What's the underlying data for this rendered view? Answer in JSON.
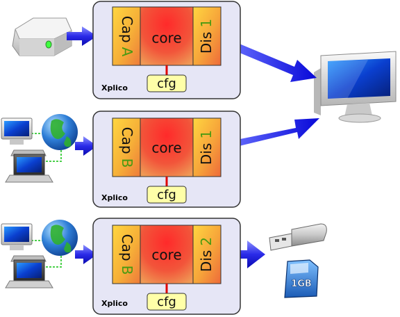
{
  "blocks": [
    {
      "name": "Xplico",
      "capture": {
        "word": "Cap",
        "letter": "A"
      },
      "core": "core",
      "display": {
        "word": "Dis",
        "num": "1"
      },
      "config": "cfg"
    },
    {
      "name": "Xplico",
      "capture": {
        "word": "Cap",
        "letter": "B"
      },
      "core": "core",
      "display": {
        "word": "Dis",
        "num": "1"
      },
      "config": "cfg"
    },
    {
      "name": "Xplico",
      "capture": {
        "word": "Cap",
        "letter": "B"
      },
      "core": "core",
      "display": {
        "word": "Dis",
        "num": "2"
      },
      "config": "cfg"
    }
  ],
  "sd_card": {
    "label": "1GB"
  },
  "colors": {
    "panel_fill": "#e6e6f6",
    "panel_stroke": "#333333",
    "cap_fill": "#f7c528",
    "core_fill": "#f04a3a",
    "cfg_fill": "#ffffa8",
    "green_text": "#4a9a12",
    "arrow_blue": "#1414e6",
    "link_red": "#e00000"
  },
  "icons": [
    "hard-drive-icon",
    "network-globe-icon",
    "monitor-icon",
    "usb-stick-icon",
    "sd-card-icon"
  ]
}
